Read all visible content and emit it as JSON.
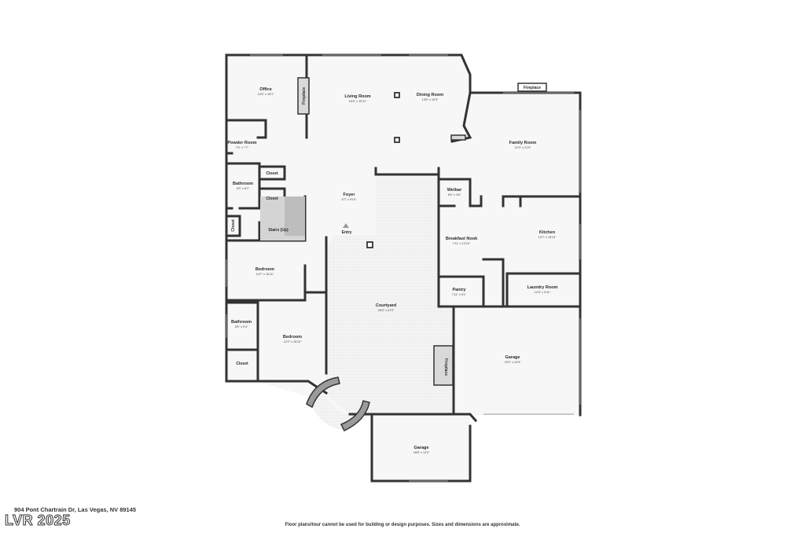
{
  "rooms": {
    "office": {
      "name": "Office",
      "dim": "14'5\" x 15'1\""
    },
    "living_room": {
      "name": "Living Room",
      "dim": "16'5\" x 15'11\""
    },
    "dining_room": {
      "name": "Dining Room",
      "dim": "13'6\" x 15'9\""
    },
    "family_room": {
      "name": "Family Room",
      "dim": "21'9\" x 21'9\""
    },
    "powder_room": {
      "name": "Powder Room",
      "dim": "7'0\" x 7'7\""
    },
    "bathroom_1": {
      "name": "Bathroom",
      "dim": "5'9\" x 8'1\""
    },
    "foyer": {
      "name": "Foyer",
      "dim": "6'7\" x 9'10\""
    },
    "wetbar": {
      "name": "Wetbar",
      "dim": "5'6\" x 4'6\""
    },
    "kitchen": {
      "name": "Kitchen",
      "dim": "13'7\" x 13'10\""
    },
    "breakfast_nook": {
      "name": "Breakfast Nook",
      "dim": "7'11\" x 12'10\""
    },
    "bedroom_1": {
      "name": "Bedroom",
      "dim": "14'7\" x 16'11\""
    },
    "pantry": {
      "name": "Pantry",
      "dim": "7'11\" x 5'1\""
    },
    "laundry_room": {
      "name": "Laundry Room",
      "dim": "12'5\" x 5'11\""
    },
    "courtyard": {
      "name": "Courtyard",
      "dim": "26'3\" x 47'0\""
    },
    "bathroom_2": {
      "name": "Bathroom",
      "dim": "5'5\" x 9'4\""
    },
    "bedroom_2": {
      "name": "Bedroom",
      "dim": "12'9\" x 15'10\""
    },
    "garage_1": {
      "name": "Garage",
      "dim": "23'0\" x 14'9\""
    },
    "garage_2": {
      "name": "Garage",
      "dim": "18'8\" x 12'0\""
    }
  },
  "labels": {
    "closet": "Closet",
    "stairs": "Stairs (Up)",
    "entry": "Entry",
    "fireplace": "Fireplace"
  },
  "footer": {
    "address": "904 Pont Chartrain Dr, Las Vegas, NV 89145",
    "watermark": "LVR 2025",
    "disclaimer": "Floor plans/tour cannot be used for building or design purposes. Sizes and dimensions are approximate."
  }
}
